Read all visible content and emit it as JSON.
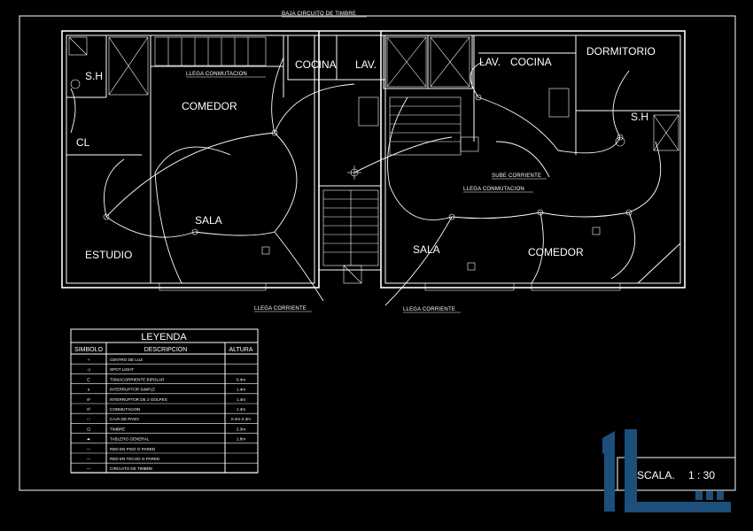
{
  "rooms": {
    "sh_left": "S.H",
    "comedor_left": "COMEDOR",
    "cl": "CL",
    "cocina_left": "COCINA",
    "lav_left": "LAV.",
    "sala_left": "SALA",
    "estudio": "ESTUDIO",
    "lav_right": "LAV.",
    "cocina_right": "COCINA",
    "dormitorio": "DORMITORIO",
    "sh_right": "S.H",
    "sala_right": "SALA",
    "comedor_right": "COMEDOR"
  },
  "annotations": {
    "baja_circuito": "BAJA CIRCUITO DE TIMBRE",
    "llega_conmutacion_left": "LLEGA CONMUTACION",
    "sube_corriente": "SUBE CORRIENTE",
    "llega_conmutacion_right": "LLEGA CONMUTACION",
    "llega_corriente_left": "LLEGA CORRIENTE",
    "llega_corriente_right": "LLEGA CORRIENTE"
  },
  "legend": {
    "title": "LEYENDA",
    "headers": [
      "SIMBOLO",
      "DESCRIPCION",
      "ALTURA"
    ],
    "rows": [
      {
        "symbol": "✧",
        "description": "CENTRO DE LUZ",
        "height": ""
      },
      {
        "symbol": "◁",
        "description": "SPOT LIGHT",
        "height": ""
      },
      {
        "symbol": "⊏",
        "description": "TOMACORRIENTE BIPOLAR",
        "height": "0.4m"
      },
      {
        "symbol": "s",
        "description": "INTERRUPTOR SIMPLE",
        "height": "1.4m"
      },
      {
        "symbol": "s²",
        "description": "INTERRUPTOR DE 2 GOLPES",
        "height": "1.4m"
      },
      {
        "symbol": "s³",
        "description": "CONMUTACION",
        "height": "1.4m"
      },
      {
        "symbol": "□",
        "description": "CAJA DE PASO",
        "height": "0.4m-2.3m"
      },
      {
        "symbol": "⊡",
        "description": "TIMBRE",
        "height": "2.3m"
      },
      {
        "symbol": "▰",
        "description": "TABLERO GENERAL",
        "height": "1.8m"
      },
      {
        "symbol": "—",
        "description": "RED EN PISO O PARED",
        "height": ""
      },
      {
        "symbol": "—",
        "description": "RED EN TECHO O PARED",
        "height": ""
      },
      {
        "symbol": "—",
        "description": "CIRCUITO DE TIMBRE",
        "height": ""
      }
    ]
  },
  "scale": {
    "label": "ESCALA.",
    "value": "1 : 30"
  },
  "colors": {
    "background": "#000000",
    "lines": "#ffffff",
    "logo": "#1c4f7a"
  },
  "logo": {
    "icon": "il-logo-icon"
  }
}
